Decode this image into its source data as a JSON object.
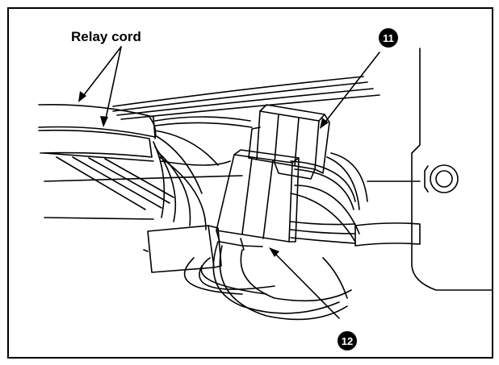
{
  "labels": {
    "relay_cord": "Relay cord"
  },
  "callouts": [
    {
      "number": "11"
    },
    {
      "number": "12"
    }
  ],
  "colors": {
    "line": "#000000",
    "background": "#ffffff"
  }
}
